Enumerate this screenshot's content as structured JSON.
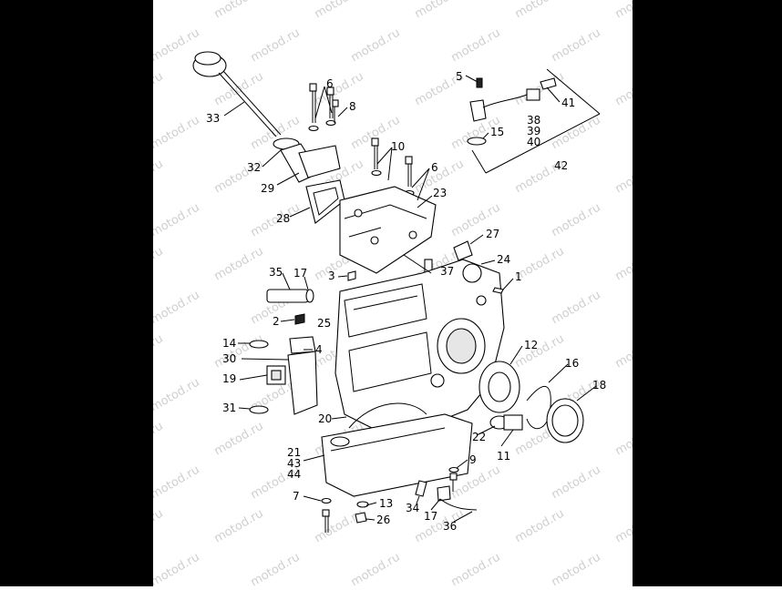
{
  "watermark": "motod.ru",
  "callouts": [
    "1",
    "2",
    "3",
    "4",
    "5",
    "6",
    "6",
    "7",
    "8",
    "9",
    "10",
    "11",
    "12",
    "14",
    "15",
    "16",
    "17",
    "17",
    "18",
    "19",
    "20",
    "21",
    "22",
    "23",
    "24",
    "25",
    "26",
    "27",
    "28",
    "29",
    "30",
    "31",
    "32",
    "33",
    "34",
    "35",
    "36",
    "37",
    "38",
    "39",
    "40",
    "41",
    "42",
    "43",
    "44",
    "13"
  ],
  "callout_labels": {
    "c33": "33",
    "c32": "32",
    "c29": "29",
    "c28": "28",
    "c6a": "6",
    "c8": "8",
    "c10": "10",
    "c6b": "6",
    "c23": "23",
    "c5": "5",
    "c15": "15",
    "c38": "38",
    "c39": "39",
    "c40": "40",
    "c41": "41",
    "c42": "42",
    "c27": "27",
    "c24": "24",
    "c37": "37",
    "c1": "1",
    "c35": "35",
    "c17a": "17",
    "c3": "3",
    "c2": "2",
    "c25": "25",
    "c14": "14",
    "c4": "4",
    "c30": "30",
    "c19": "19",
    "c31": "31",
    "c12": "12",
    "c16": "16",
    "c18": "18",
    "c22": "22",
    "c11": "11",
    "c20": "20",
    "c21": "21",
    "c43": "43",
    "c44": "44",
    "c9": "9",
    "c7": "7",
    "c13": "13",
    "c26": "26",
    "c34": "34",
    "c17b": "17",
    "c36": "36"
  },
  "colors": {
    "frame": "#000000",
    "paper": "#ffffff",
    "line": "#000000",
    "watermark": "#cfcfcf"
  }
}
